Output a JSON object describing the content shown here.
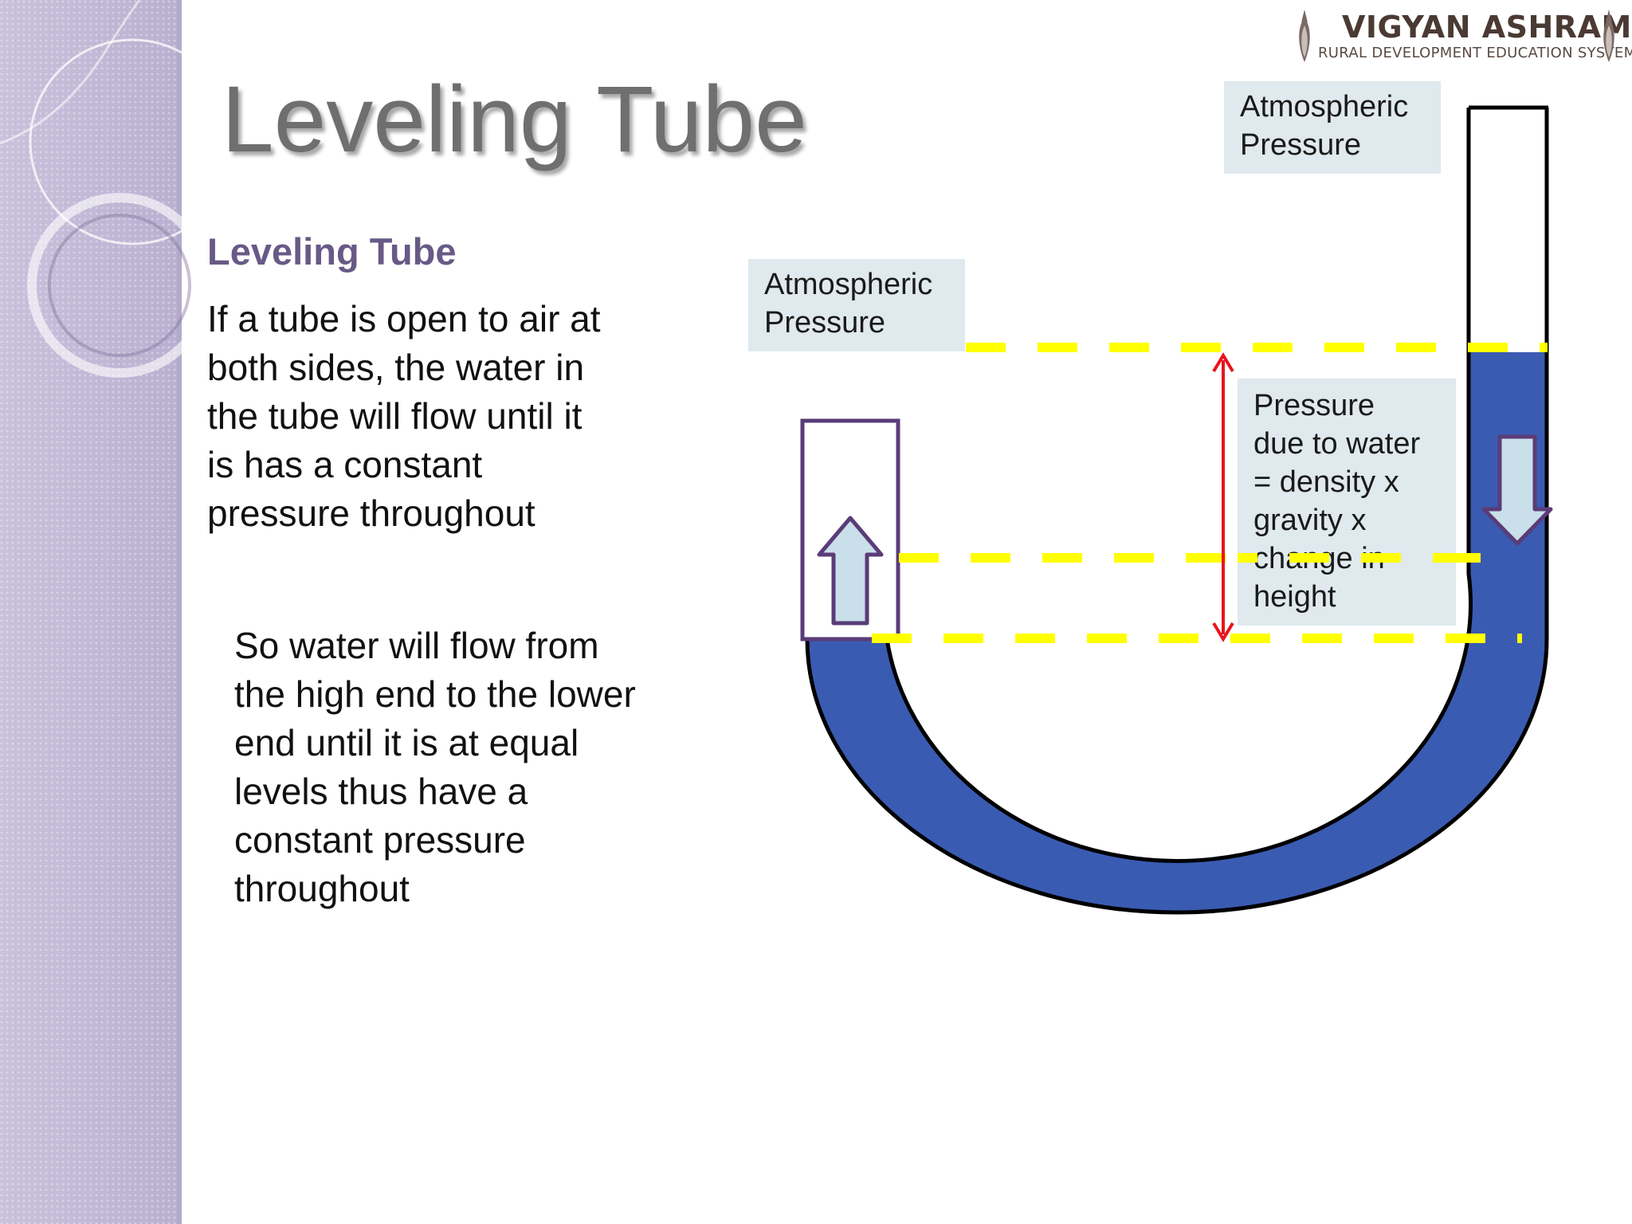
{
  "slide": {
    "title": "Leveling Tube",
    "subheading": "Leveling Tube",
    "paragraph1": "If a tube is open to air at\nboth sides, the water in\nthe tube will flow until it\nis has a constant\npressure throughout",
    "paragraph2": "So water will flow from\nthe high end to the lower\nend until it is at equal\nlevels thus have a\nconstant pressure\nthroughout"
  },
  "logo": {
    "title": "VIGYAN ASHRAM",
    "subtitle": "RURAL DEVELOPMENT EDUCATION SYSTEM"
  },
  "diagram": {
    "label_atm_left": "Atmospheric\nPressure",
    "label_atm_right": "Atmospheric\nPressure",
    "label_pressure": "Pressure\ndue to water\n= density x\ngravity x\nchange in\nheight"
  },
  "colors": {
    "water": "#3a5bb2",
    "level_line": "#ffff00",
    "height_arrow": "#e8141c",
    "flow_arrow_fill": "#c9dfe9",
    "flow_arrow_stroke": "#5a3c78",
    "tube_outline": "#000000",
    "label_bg": "#dfe9ee",
    "title_text": "#6f6f6f",
    "subheading_text": "#675a86",
    "sidebar": "#c4bcd8"
  },
  "icons": {
    "flow_up": "up-arrow-icon",
    "flow_down": "down-arrow-icon",
    "height_indicator": "double-headed-arrow-icon"
  }
}
